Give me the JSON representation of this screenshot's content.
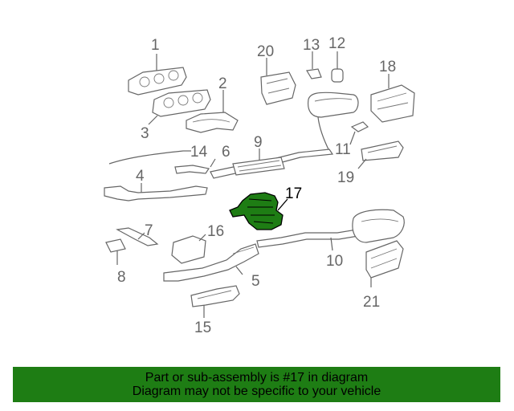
{
  "diagram": {
    "highlight_color": "#1e7d14",
    "callouts": {
      "p1": "1",
      "p2": "2",
      "p3": "3",
      "p4": "4",
      "p5": "5",
      "p6": "6",
      "p7": "7",
      "p8": "8",
      "p9": "9",
      "p10": "10",
      "p11": "11",
      "p12": "12",
      "p13": "13",
      "p14": "14",
      "p15": "15",
      "p16": "16",
      "p17": "17",
      "p18": "18",
      "p19": "19",
      "p20": "20",
      "p21": "21"
    }
  },
  "banner": {
    "line1": "Part or sub-assembly is #17 in diagram",
    "line2": "Diagram may not be specific to your vehicle",
    "background": "#1e7d14"
  }
}
